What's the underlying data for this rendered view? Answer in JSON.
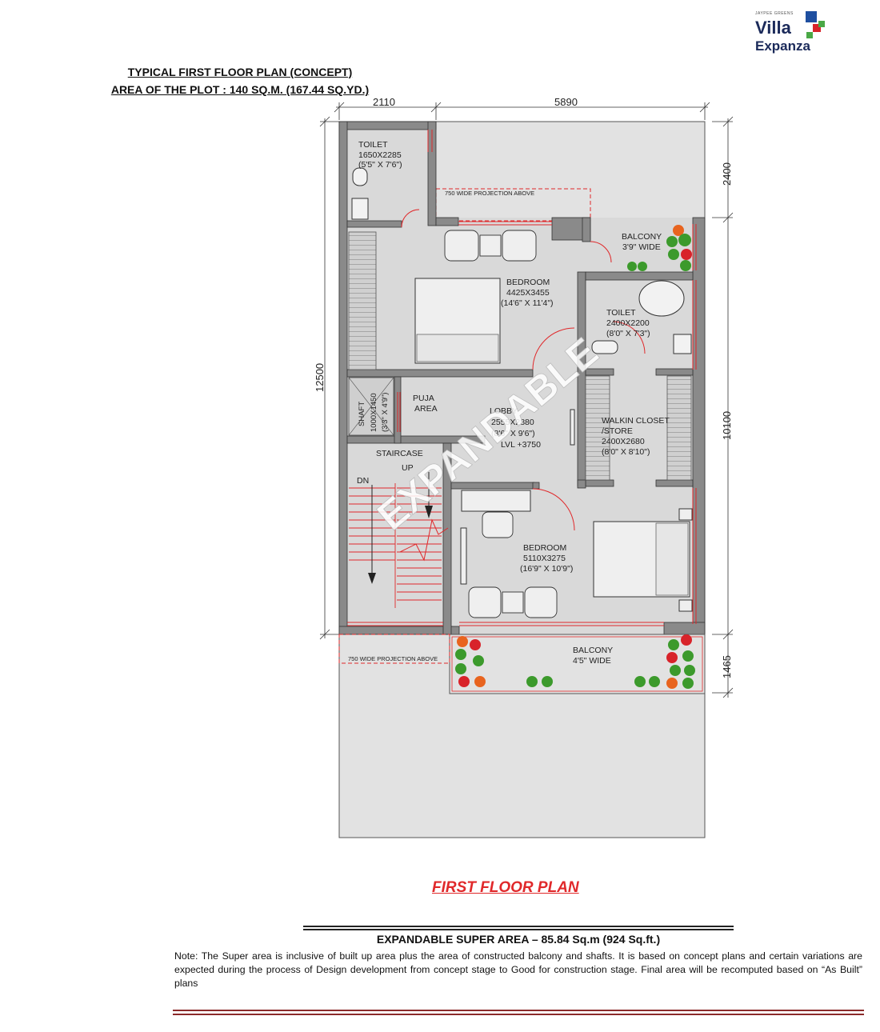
{
  "logo": {
    "tagline": "JAYPEE GREENS",
    "line1": "Villa",
    "line2": "Expanza",
    "colors": [
      "#d8232a",
      "#1f4fa0",
      "#4aa846"
    ]
  },
  "header": {
    "title": "TYPICAL FIRST FLOOR PLAN (CONCEPT)",
    "plot_area": "AREA OF THE PLOT : 140 SQ.M. (167.44 SQ.YD.)"
  },
  "plan": {
    "dimensions": {
      "top_left": "2110",
      "top_right": "5890",
      "right_top": "2400",
      "right_mid": "10100",
      "right_bottom": "1465",
      "left": "12500"
    },
    "rooms": {
      "toilet1": {
        "name": "TOILET",
        "size": "1650X2285",
        "imperial": "(5'5\" X 7'6\")"
      },
      "projection_top": "750 WIDE PROJECTION ABOVE",
      "balcony1": {
        "name": "BALCONY",
        "width": "3'9\" WIDE"
      },
      "bedroom1": {
        "name": "BEDROOM",
        "size": "4425X3455",
        "imperial": "(14'6\" X 11'4\")"
      },
      "toilet2": {
        "name": "TOILET",
        "size": "2400X2200",
        "imperial": "(8'0\" X 7'3\")"
      },
      "shaft": {
        "name": "SHAFT",
        "size": "1000X1450",
        "imperial": "(3'3\" X 4'9\")"
      },
      "puja": {
        "line1": "PUJA",
        "line2": "AREA"
      },
      "lobby": {
        "name": "LOBBY",
        "size": "2555X2880",
        "imperial": "(8'6\" X 9'6\")",
        "level": "LVL +3750"
      },
      "walkin": {
        "line1": "WALKIN CLOSET",
        "line2": "/STORE",
        "size": "2400X2680",
        "imperial": "(8'0\" X 8'10\")"
      },
      "staircase": {
        "name": "STAIRCASE",
        "up": "UP",
        "dn": "DN"
      },
      "bedroom2": {
        "name": "BEDROOM",
        "size": "5110X3275",
        "imperial": "(16'9\" X 10'9\")"
      },
      "projection_bottom": "750 WIDE PROJECTION ABOVE",
      "balcony2": {
        "name": "BALCONY",
        "width": "4'5\" WIDE"
      }
    },
    "watermark": "EXPANDABLE"
  },
  "caption": "FIRST FLOOR PLAN",
  "super_area": "EXPANDABLE SUPER AREA – 85.84 Sq.m (924 Sq.ft.)",
  "note": "Note: The Super area is inclusive of built up area plus the area of constructed balcony and shafts. It is based on concept plans and certain variations are expected during the process of Design development from concept stage to Good for construction stage. Final area will be recomputed based on “As Built” plans",
  "colors": {
    "wall": "#7a7a7a",
    "floor": "#dcdcdc",
    "accent_red": "#e0282a",
    "footer_line": "#8b2a2a"
  }
}
